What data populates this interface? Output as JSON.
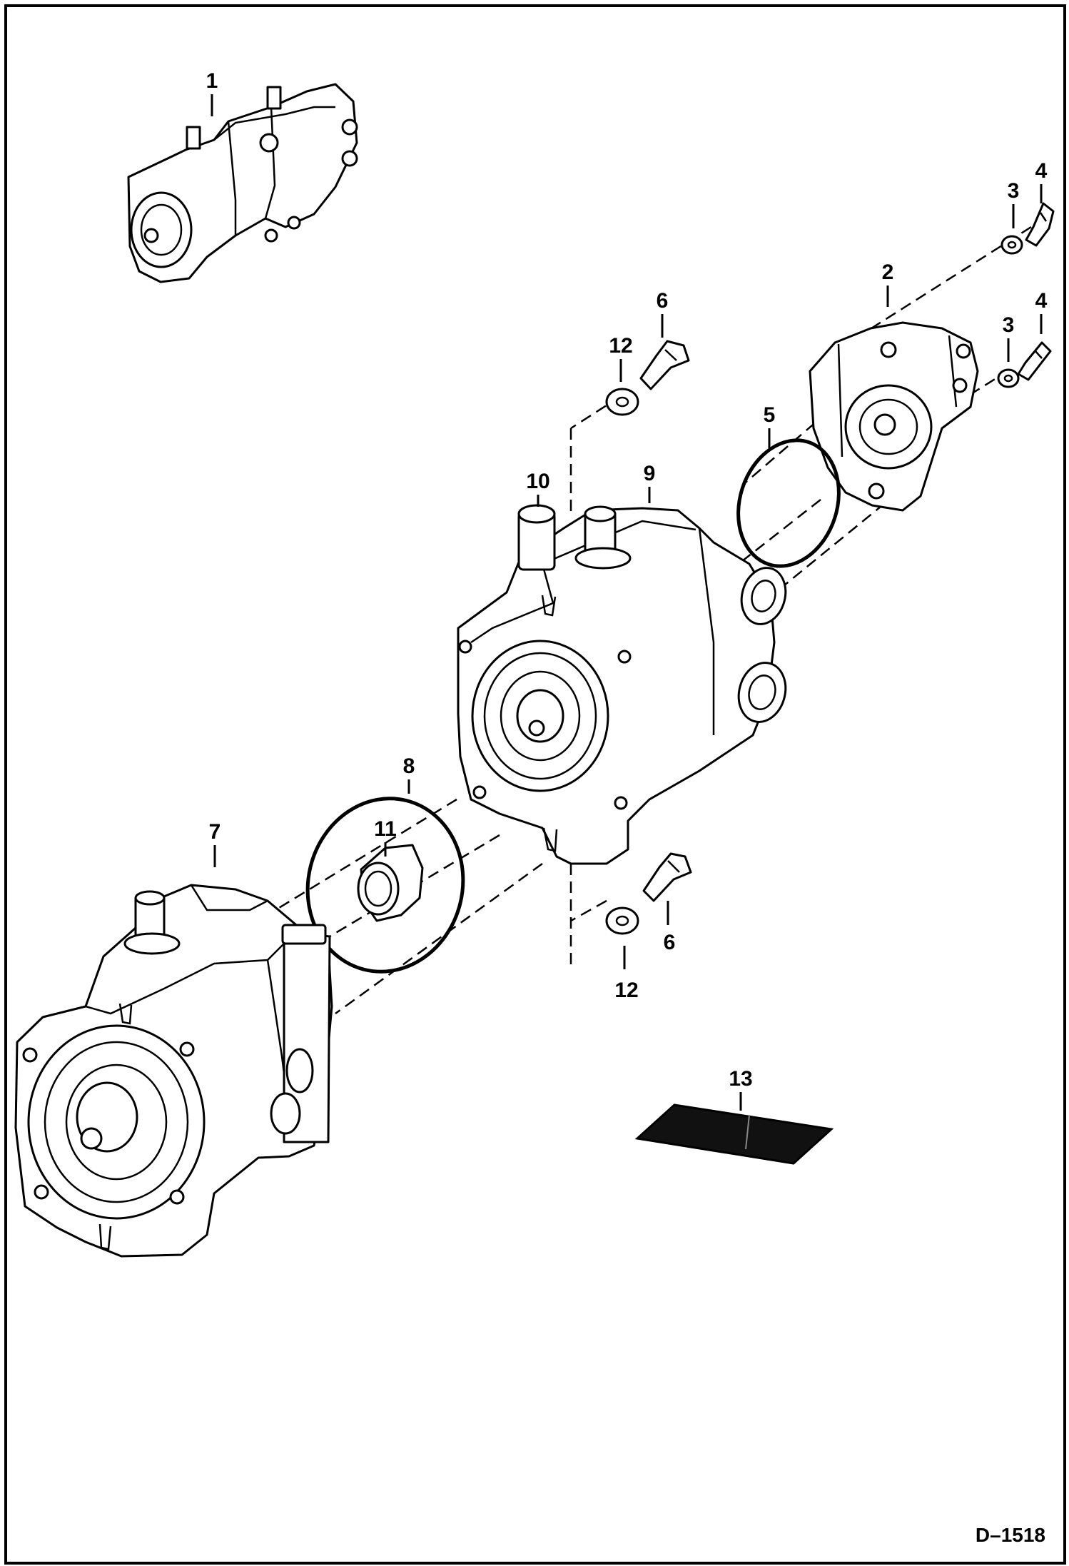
{
  "figure": {
    "reference": "D–1518",
    "callouts": [
      {
        "id": "c1",
        "label": "1"
      },
      {
        "id": "c2",
        "label": "2"
      },
      {
        "id": "c3a",
        "label": "3"
      },
      {
        "id": "c3b",
        "label": "3"
      },
      {
        "id": "c4a",
        "label": "4"
      },
      {
        "id": "c4b",
        "label": "4"
      },
      {
        "id": "c5",
        "label": "5"
      },
      {
        "id": "c6a",
        "label": "6"
      },
      {
        "id": "c6b",
        "label": "6"
      },
      {
        "id": "c7",
        "label": "7"
      },
      {
        "id": "c8",
        "label": "8"
      },
      {
        "id": "c9",
        "label": "9"
      },
      {
        "id": "c10",
        "label": "10"
      },
      {
        "id": "c11",
        "label": "11"
      },
      {
        "id": "c12a",
        "label": "12"
      },
      {
        "id": "c12b",
        "label": "12"
      },
      {
        "id": "c13",
        "label": "13"
      }
    ]
  }
}
